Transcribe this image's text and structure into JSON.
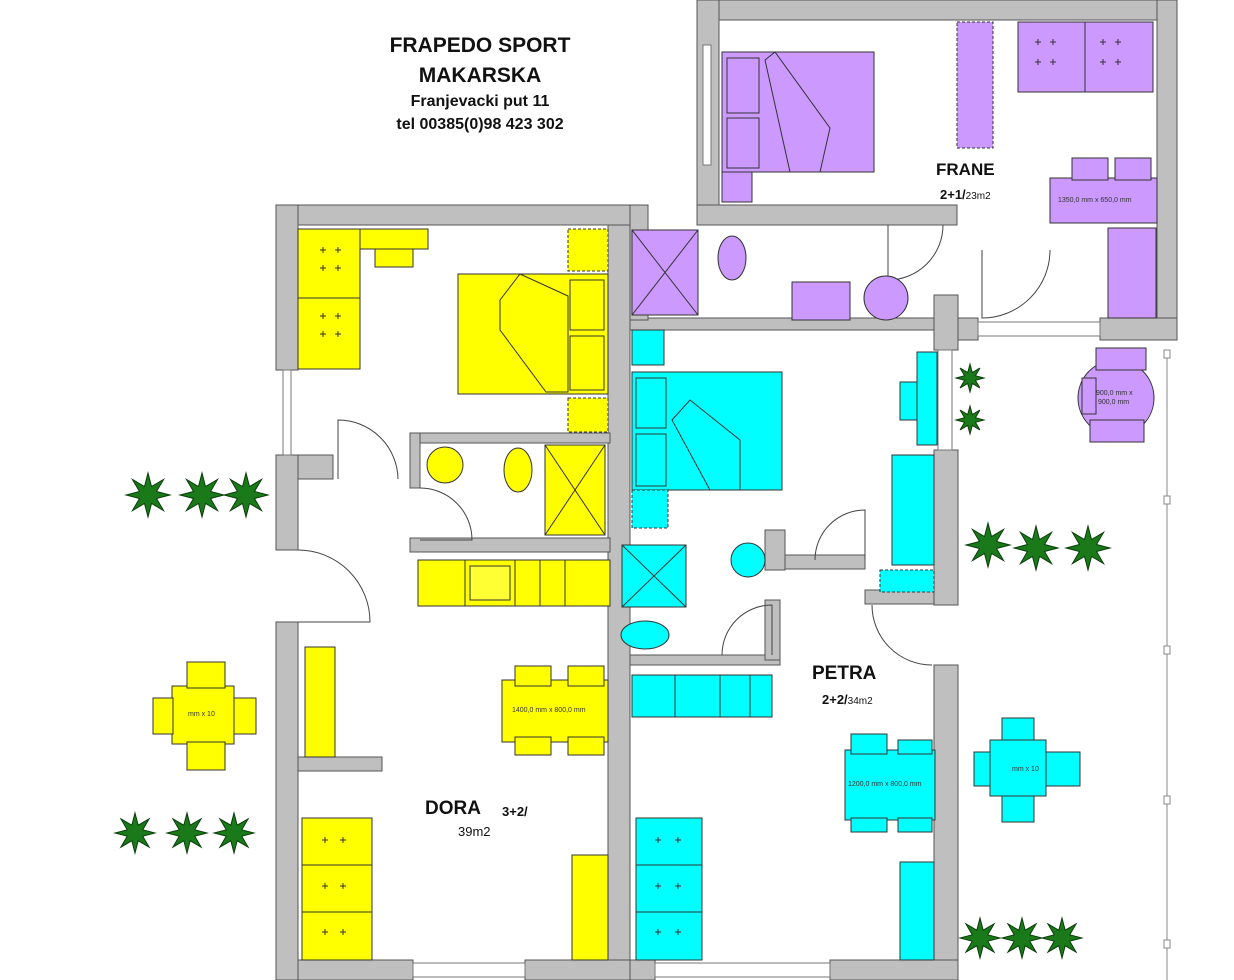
{
  "header": {
    "name": "FRAPEDO SPORT",
    "city": "MAKARSKA",
    "street": "Franjevacki put 11",
    "phone": "tel 00385(0)98 423 302"
  },
  "apartments": {
    "frane": {
      "name": "FRANE",
      "capacity": "2+1/",
      "area": "23m2",
      "color": "#cc99ff"
    },
    "petra": {
      "name": "PETRA",
      "capacity": "2+2/",
      "area": "34m2",
      "color": "#00ffff"
    },
    "dora": {
      "name": "DORA",
      "capacity": "3+2/",
      "area": "39m2",
      "color": "#ffff00"
    }
  },
  "dimensions": {
    "frane_table": "1350,0 mm x 650,0 mm",
    "terrace_round_table_l1": "900,0 mm x",
    "terrace_round_table_l2": "900,0 mm",
    "dora_table": "1400,0 mm x 800,0 mm",
    "petra_table": "1200,0 mm x 800,0 mm",
    "left_terrace_table": "mm x 10",
    "right_terrace_table": "mm x 10"
  },
  "colors": {
    "wall": "#bfbfbf",
    "outline": "#333333",
    "plant": "#1a7a1a"
  }
}
